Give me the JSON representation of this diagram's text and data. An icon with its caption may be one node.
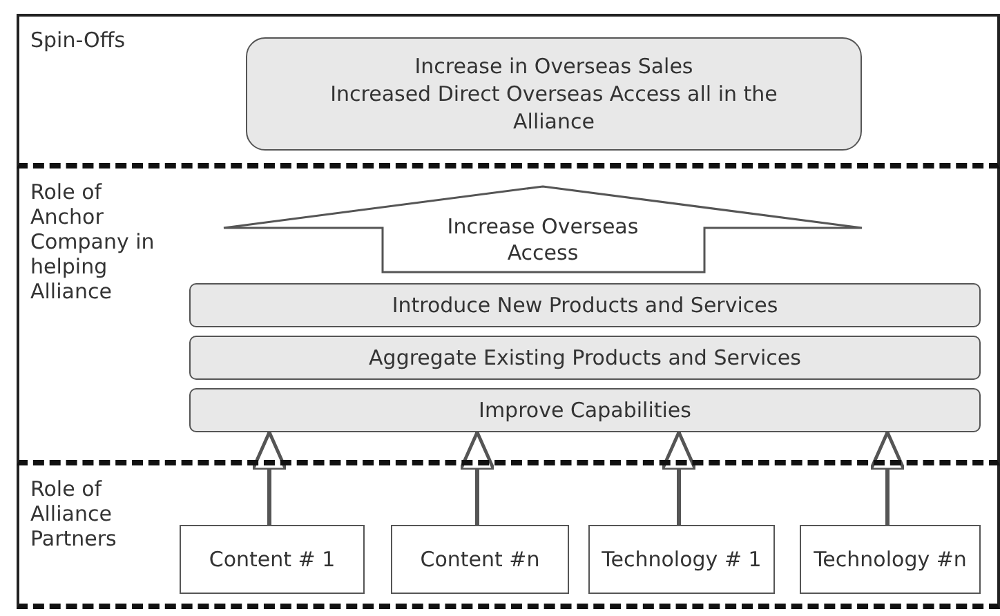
{
  "diagram": {
    "nodes": [
      {
        "text": [
          "Spin-Offs"
        ]
      },
      {
        "text": [
          "Increase in Overseas Sales",
          "Increased Direct Overseas Access all in the Alliance"
        ],
        "in": 0
      },
      {
        "text": [
          "Role of Anchor Company in helping Alliance"
        ]
      },
      {
        "text": [
          "Increase Overseas Access"
        ],
        "in": 2
      },
      {
        "text": [
          "Introduce New Products and Services"
        ],
        "in": 2
      },
      {
        "text": [
          "Aggregate Existing Products and Services"
        ],
        "in": 2
      },
      {
        "text": [
          "Improve Capabilities"
        ],
        "in": 2
      },
      {
        "text": [
          "Role of Alliance Partners"
        ]
      },
      {
        "text": [
          "Content # 1"
        ],
        "in": 7
      },
      {
        "text": [
          "Content #n"
        ],
        "in": 7
      },
      {
        "text": [
          "Technology # 1"
        ],
        "in": 7
      },
      {
        "text": [
          "Technology #n"
        ],
        "in": 7
      }
    ],
    "edges": [
      {
        "from": 8,
        "to": 6,
        "arrow": "to"
      },
      {
        "from": 9,
        "to": 6,
        "arrow": "to"
      },
      {
        "from": 10,
        "to": 6,
        "arrow": "to"
      },
      {
        "from": 11,
        "to": 6,
        "arrow": "to"
      }
    ]
  }
}
